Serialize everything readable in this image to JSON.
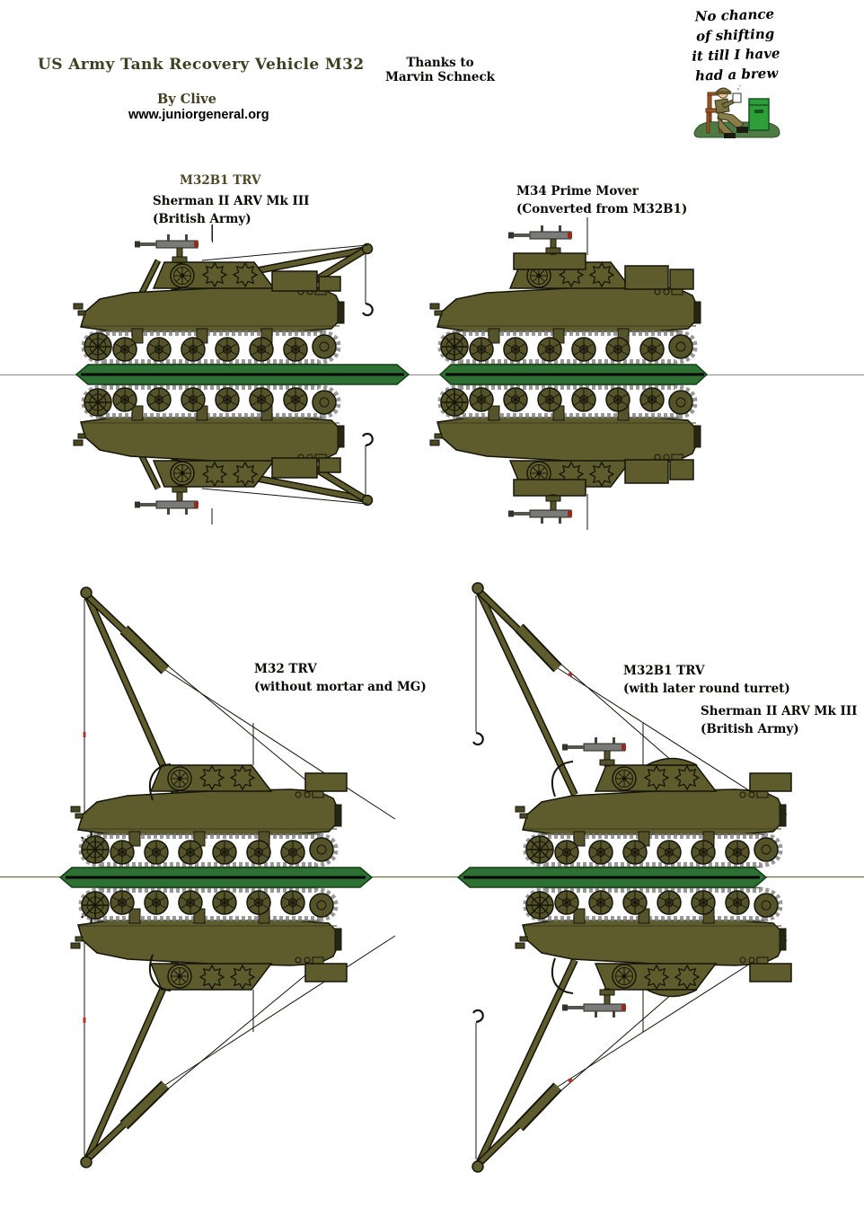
{
  "header": {
    "title": "US Army Tank Recovery Vehicle M32",
    "byline": "By Clive",
    "website": "www.juniorgeneral.org",
    "thanks_line1": "Thanks to",
    "thanks_line2": "Marvin Schneck",
    "quote_lines": [
      "No chance",
      "of shifting",
      "it till I have",
      "had a brew"
    ]
  },
  "figures": {
    "tank1": {
      "type_label": "M32B1 TRV",
      "name_line1": "Sherman II ARV Mk III",
      "name_line2": "(British Army)"
    },
    "tank2": {
      "name_line1": "M34 Prime Mover",
      "name_line2": "(Converted from M32B1)"
    },
    "tank3": {
      "name_line1": "M32 TRV",
      "name_line2": "(without mortar and MG)"
    },
    "tank4": {
      "name_line1": "M32B1 TRV",
      "name_line2": "(with later round turret)",
      "sub_line1": "Sherman II ARV Mk III",
      "sub_line2": "(British Army)"
    }
  },
  "colors": {
    "olive": "#5e5c2d",
    "olive_dark": "#55532a",
    "ink": "#15150a",
    "track_gray": "#999999",
    "base_strip_green": "#2e7033",
    "type_label_brown": "#4f4726",
    "fold_line_gray": "#8a8a8a",
    "crate_green": "#2e9e38",
    "mound_green": "#4e7a44",
    "chair_brown": "#9c5a28",
    "mg_red": "#a02818"
  }
}
